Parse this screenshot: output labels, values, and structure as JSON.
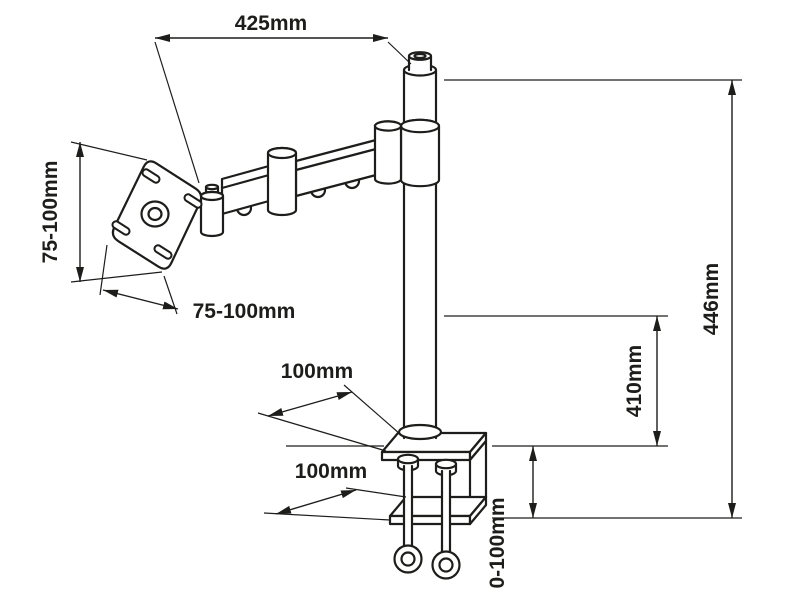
{
  "figure": {
    "type": "technical-dimension-drawing",
    "subject": "Desk clamp monitor mount arm with VESA plate, pole and C-clamp",
    "line_color": "#1d1d1b",
    "background_color": "#ffffff"
  },
  "labels": {
    "arm_reach": "425mm",
    "vesa_vertical": "75-100mm",
    "vesa_horizontal": "75-100mm",
    "clamp_plate_depth": "100mm",
    "clamp_base_depth": "100mm",
    "pole_height": "410mm",
    "total_height": "446mm",
    "clamp_opening": "0-100mm"
  }
}
